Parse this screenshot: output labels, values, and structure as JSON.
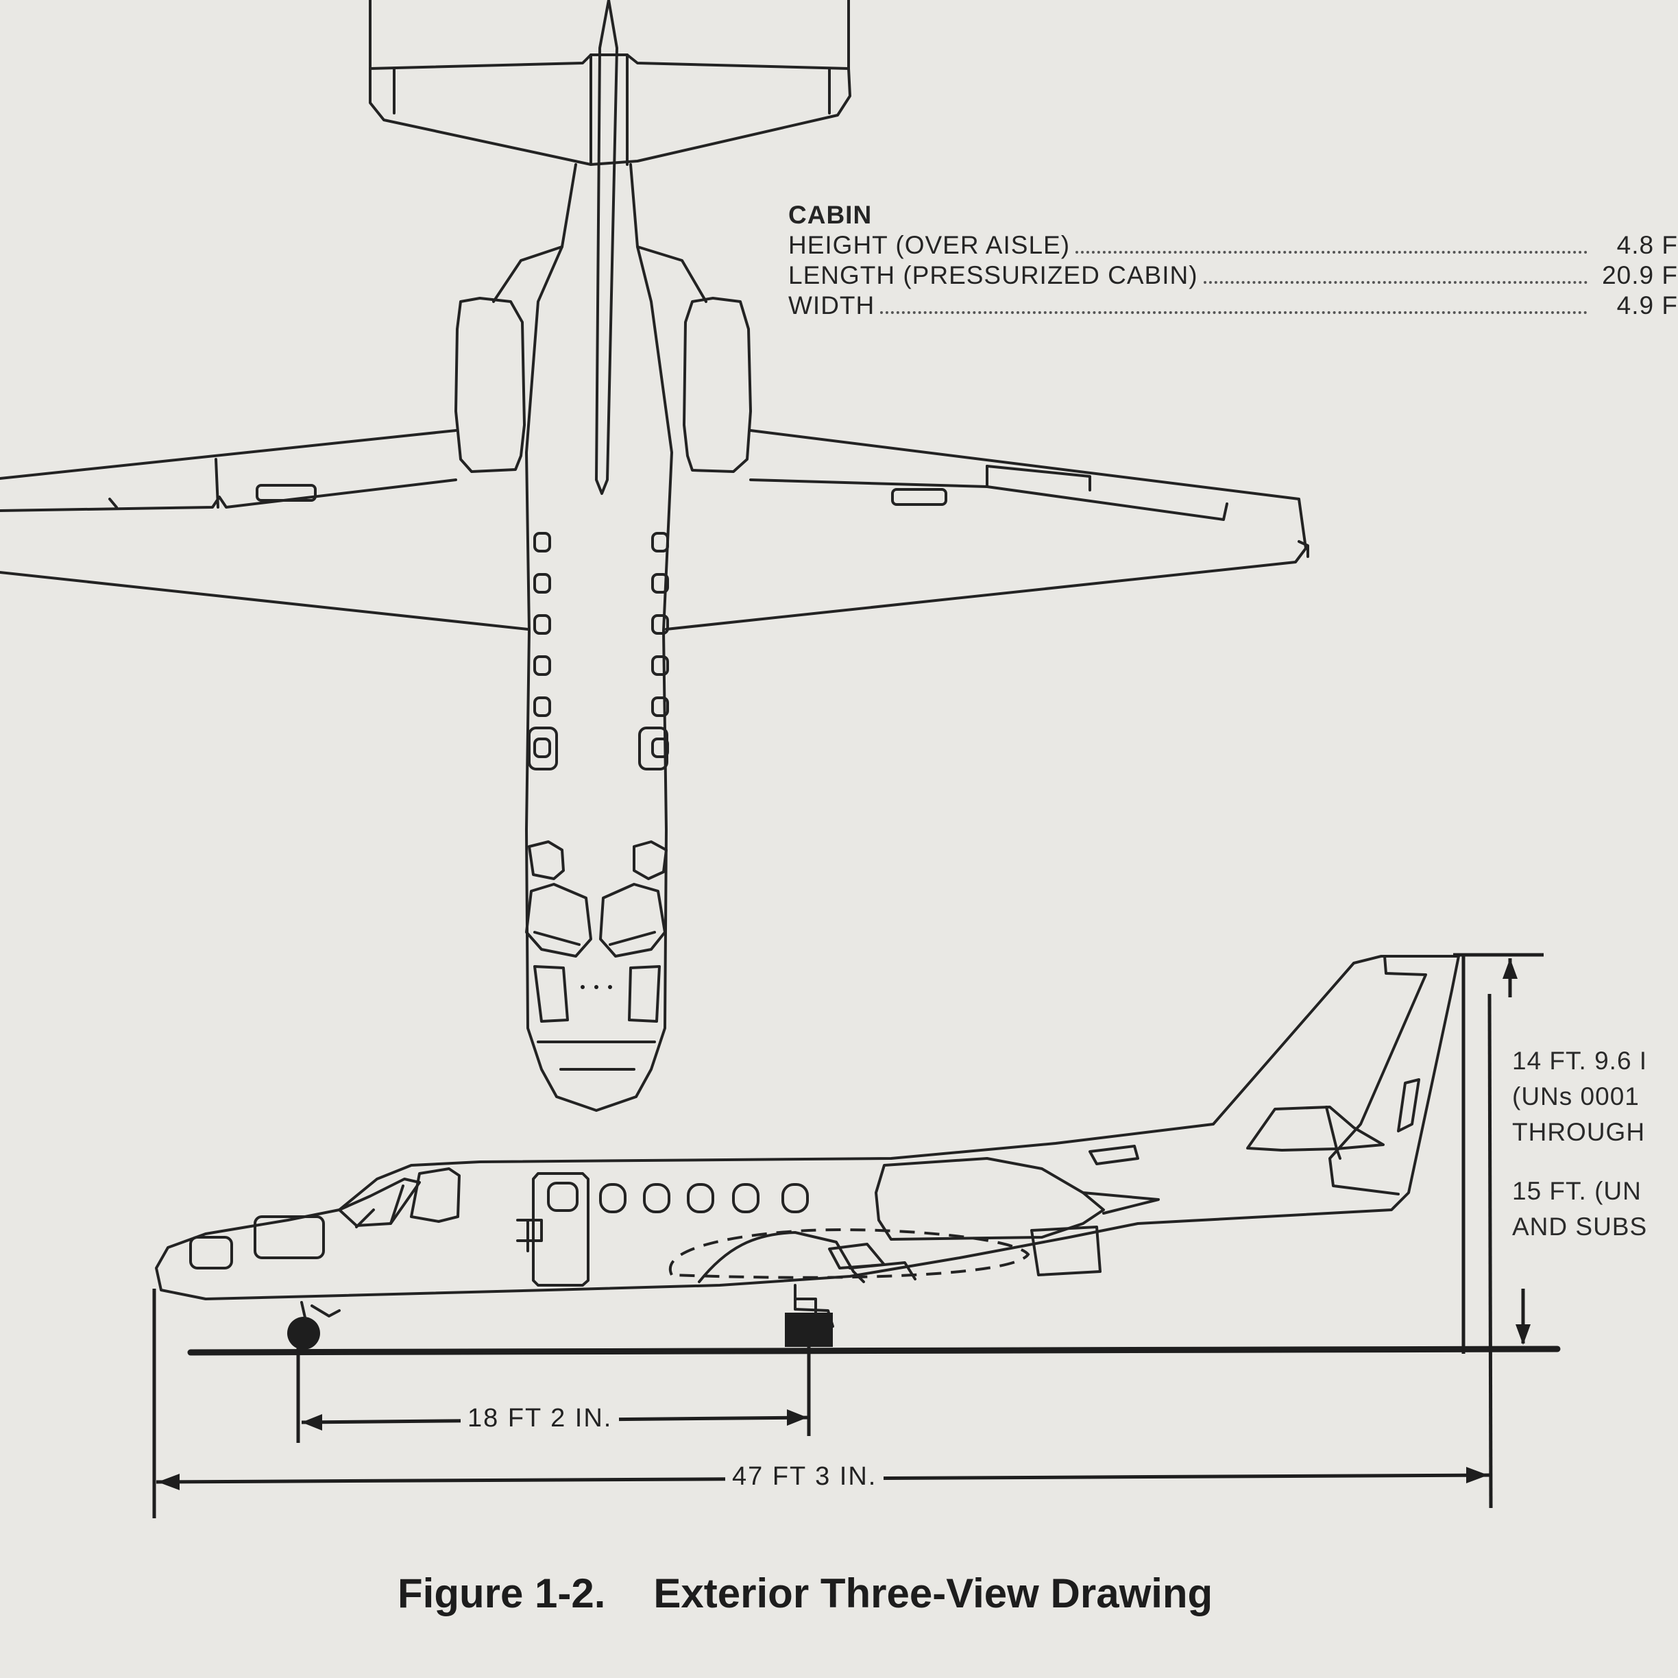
{
  "cabin": {
    "title": "CABIN",
    "rows": [
      {
        "label": "HEIGHT (OVER AISLE)",
        "value": "4.8 F"
      },
      {
        "label": "LENGTH (PRESSURIZED CABIN)",
        "value": "20.9 F"
      },
      {
        "label": "WIDTH",
        "value": "4.9 F"
      }
    ]
  },
  "dimensions": {
    "wheelbase": "18 FT 2 IN.",
    "length": "47 FT 3 IN."
  },
  "height_notes": {
    "line1": "14 FT. 9.6 I",
    "line2": "(UNs 0001",
    "line3": "THROUGH",
    "line4": "15 FT. (UN",
    "line5": "AND SUBS"
  },
  "caption": {
    "number": "Figure 1-2.",
    "title": "Exterior Three-View Drawing"
  }
}
